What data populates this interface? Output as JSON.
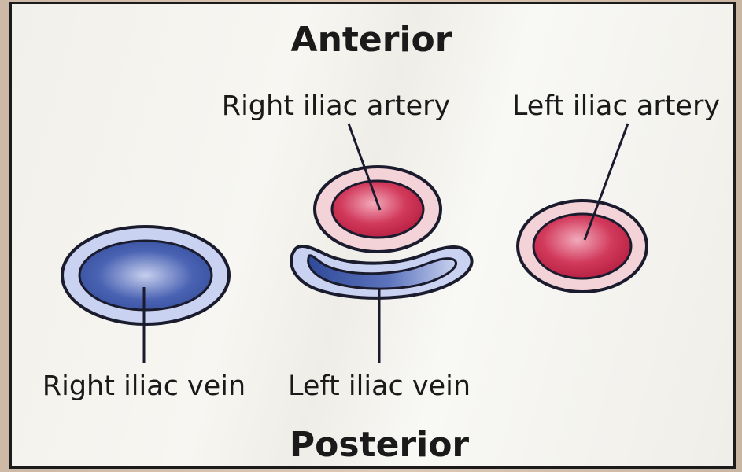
{
  "diagram": {
    "top_heading": "Anterior",
    "bottom_heading": "Posterior",
    "labels": {
      "right_iliac_artery": "Right iliac artery",
      "left_iliac_artery": "Left iliac artery",
      "right_iliac_vein": "Right iliac vein",
      "left_iliac_vein": "Left iliac vein"
    }
  },
  "colors": {
    "artery_fill": "#c8284c",
    "artery_wall": "#f3d3d8",
    "vein_fill": "#3a55a8",
    "vein_wall": "#c9d3f1",
    "outline": "#1b1b2e"
  }
}
